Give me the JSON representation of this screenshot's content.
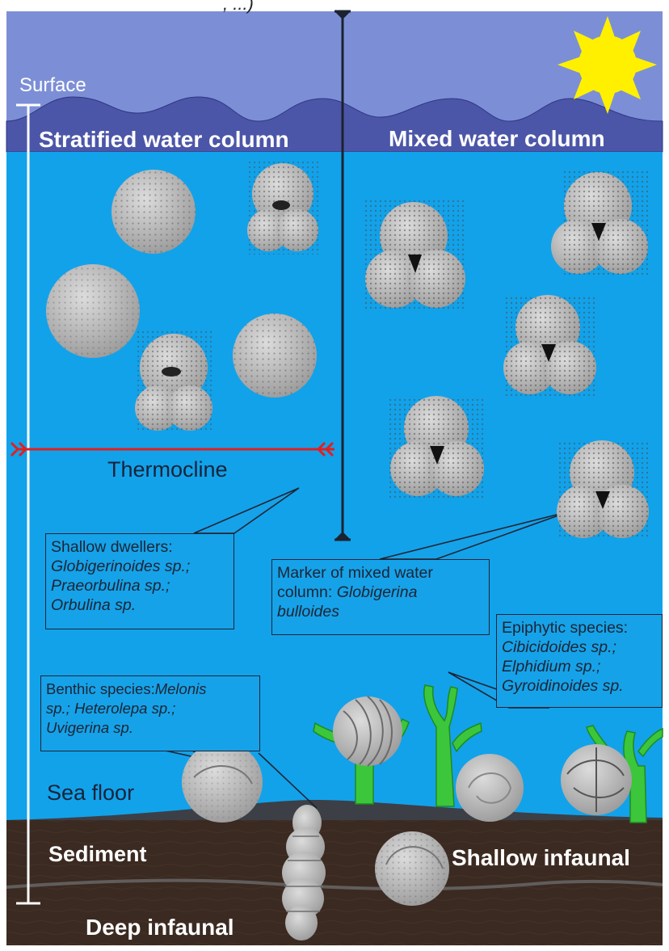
{
  "top_fragment": ", ...)",
  "labels": {
    "surface": "Surface",
    "stratified": "Stratified water column",
    "mixed": "Mixed water column",
    "thermocline": "Thermocline",
    "sea_floor": "Sea floor",
    "sediment": "Sediment",
    "shallow_infaunal": "Shallow infaunal",
    "deep_infaunal": "Deep infaunal"
  },
  "callouts": {
    "shallow_dwellers": {
      "heading": "Shallow dwellers:",
      "species_1": "Globigerinoides sp.;",
      "species_2": "Praeorbulina sp.;",
      "species_3": "Orbulina sp."
    },
    "mixed_marker": {
      "line_1": "Marker of mixed water",
      "line_2_plain": "column: ",
      "line_2_species": "Globigerina",
      "line_3_species": "bulloides"
    },
    "epiphytic": {
      "heading": "Epiphytic species:",
      "species_1": "Cibicidoides sp.;",
      "species_2": "Elphidium sp.;",
      "species_3": "Gyroidinoides sp."
    },
    "benthic": {
      "heading": "Benthic species:",
      "species_1": "Melonis",
      "species_2": "sp.; Heterolepa sp.;",
      "species_3": "Uvigerina sp."
    }
  },
  "colors": {
    "sky": "#7c8fd6",
    "water": "#12a2ea",
    "waves": "#4c56a8",
    "sun": "#fff000",
    "sediment": "#3b2a21",
    "thermocline": "#e02020",
    "plants": "#3cc63c",
    "arrow": "#1c2230"
  },
  "icons": {
    "sun": "sun-icon",
    "depth_scale": "depth-scale-bar",
    "depth_arrow": "double-headed-arrow"
  }
}
